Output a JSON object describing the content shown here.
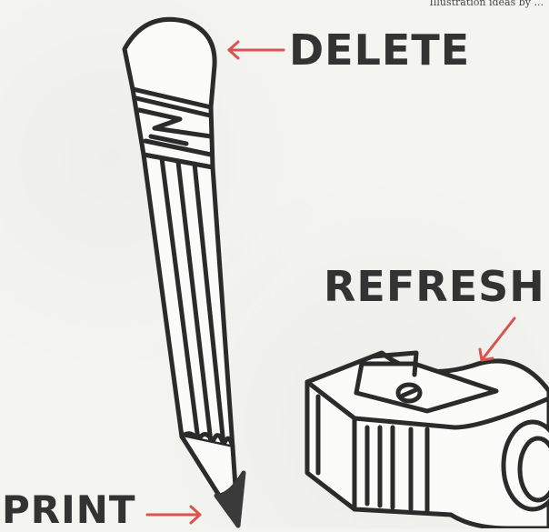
{
  "labels": {
    "delete": "DELETE",
    "refresh": "REFRESH",
    "print": "PRINT"
  },
  "credit": "Illustration ideas by ...",
  "colors": {
    "outline": "#2b2b2b",
    "arrow": "#d9534f",
    "label": "#333333",
    "paper": "#f4f4f1"
  },
  "icons": [
    "pencil-icon",
    "sharpener-icon",
    "arrow-icon"
  ]
}
